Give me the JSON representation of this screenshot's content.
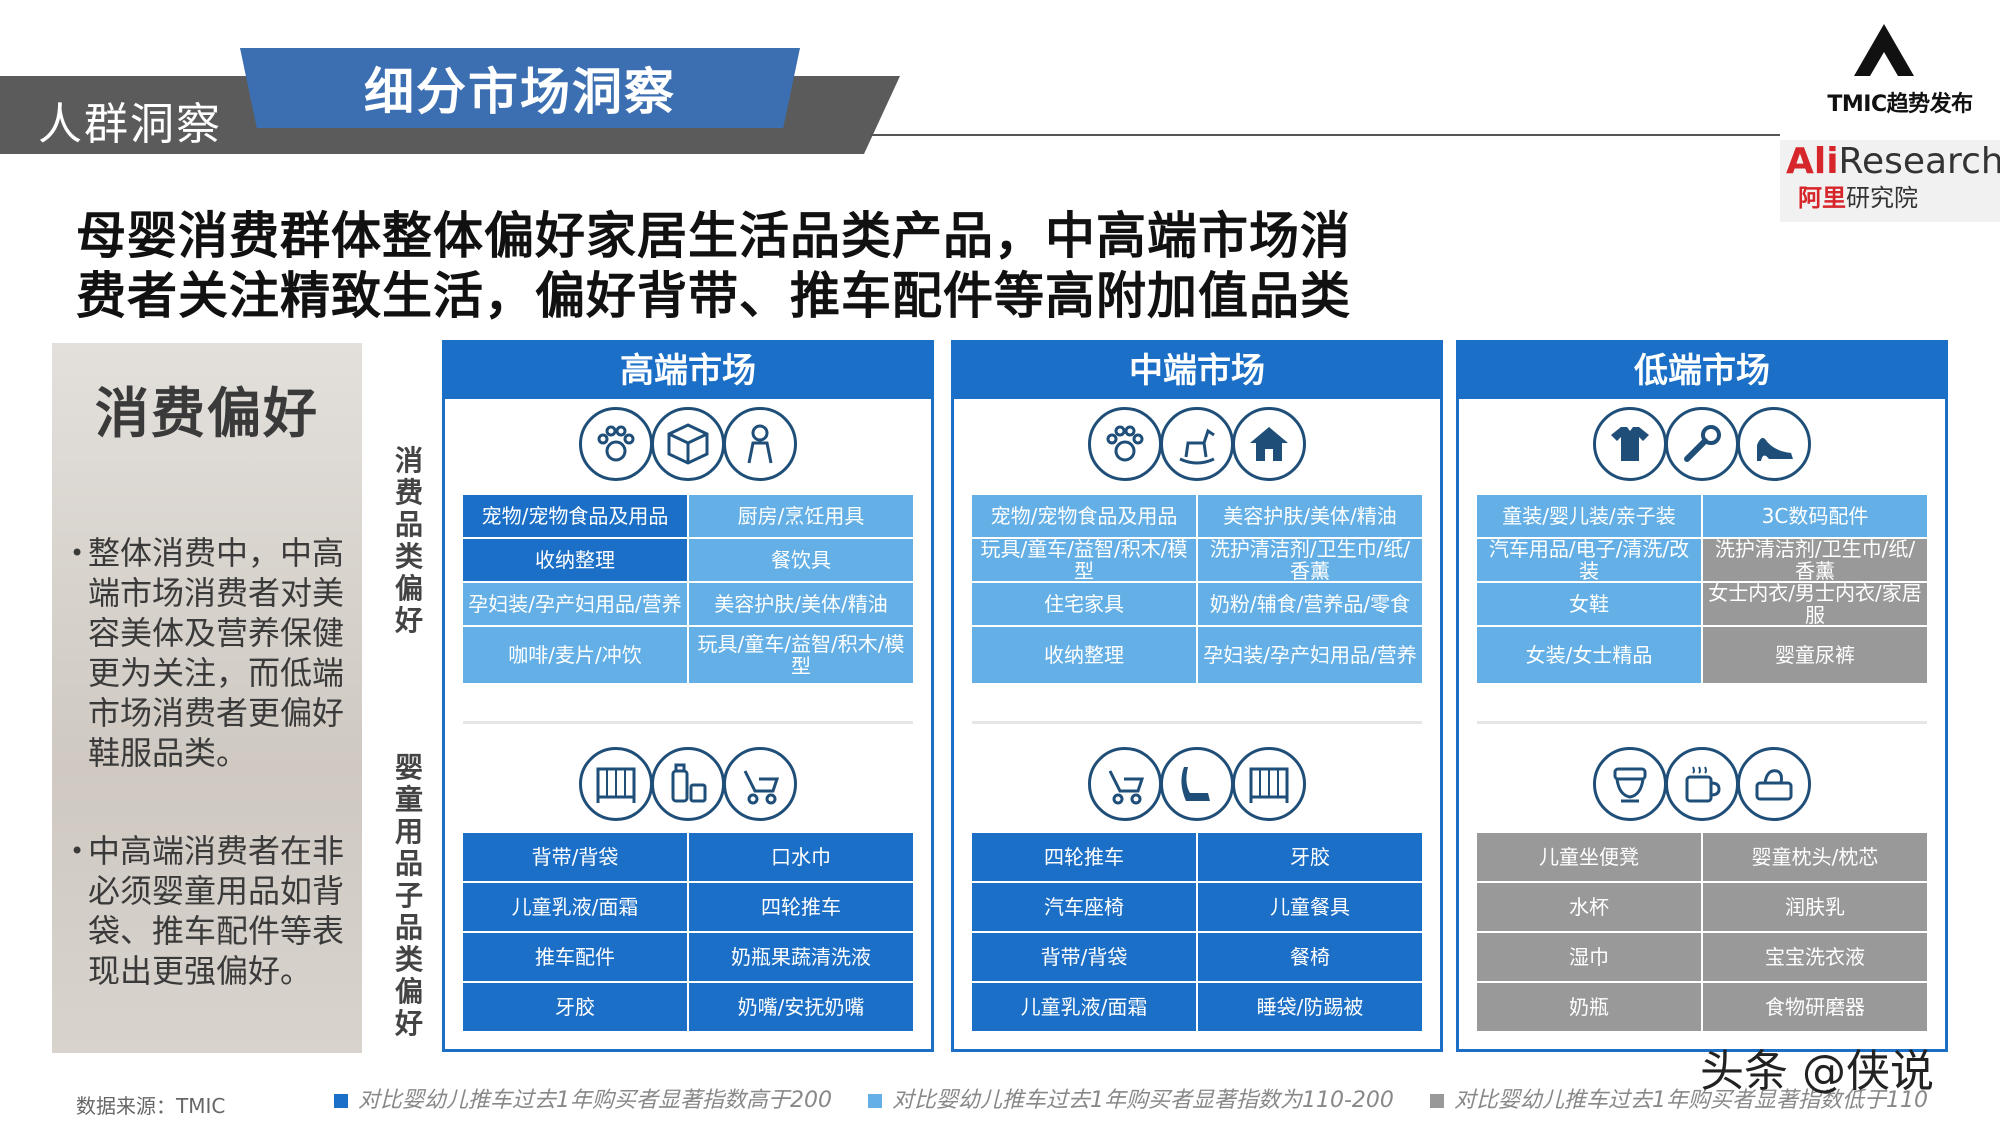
{
  "header": {
    "section_label": "人群洞察",
    "title": "细分市场洞察"
  },
  "logos": {
    "tmic": "TMIC趋势发布",
    "ali_main_prefix": "Ali",
    "ali_main_suffix": "Research",
    "ali_sub_prefix": "阿里",
    "ali_sub_suffix": "研究院"
  },
  "headline": {
    "line1": "母婴消费群体整体偏好家居生活品类产品，中高端市场消",
    "line2": "费者关注精致生活，偏好背带、推车配件等高附加值品类"
  },
  "left_panel": {
    "title": "消费偏好",
    "bullets": [
      "整体消费中，中高端市场消费者对美容美体及营养保健更为关注，而低端市场消费者更偏好鞋服品类。",
      "中高端消费者在非必须婴童用品如背袋、推车配件等表现出更强偏好。"
    ]
  },
  "vertical_labels": {
    "consumer": "消费品类偏好",
    "baby": "婴童用品子品类偏好"
  },
  "markets": [
    {
      "name": "高端市场",
      "top_icons": [
        "paw-icon",
        "box-icon",
        "person-icon"
      ],
      "top_cells": [
        {
          "text": "宠物/宠物食品及用品",
          "tone": "dark"
        },
        {
          "text": "厨房/烹饪用具",
          "tone": "light"
        },
        {
          "text": "收纳整理",
          "tone": "dark"
        },
        {
          "text": "餐饮具",
          "tone": "light"
        },
        {
          "text": "孕妇装/孕产妇用品/营养",
          "tone": "light"
        },
        {
          "text": "美容护肤/美体/精油",
          "tone": "light"
        },
        {
          "text": "咖啡/麦片/冲饮",
          "tone": "light"
        },
        {
          "text": "玩具/童车/益智/积木/模型",
          "tone": "light"
        }
      ],
      "bottom_icons": [
        "crib-icon",
        "bottle-icon",
        "stroller-icon"
      ],
      "bottom_cells": [
        {
          "text": "背带/背袋",
          "tone": "dark"
        },
        {
          "text": "口水巾",
          "tone": "dark"
        },
        {
          "text": "儿童乳液/面霜",
          "tone": "dark"
        },
        {
          "text": "四轮推车",
          "tone": "dark"
        },
        {
          "text": "推车配件",
          "tone": "dark"
        },
        {
          "text": "奶瓶果蔬清洗液",
          "tone": "dark"
        },
        {
          "text": "牙胶",
          "tone": "dark"
        },
        {
          "text": "奶嘴/安抚奶嘴",
          "tone": "dark"
        }
      ]
    },
    {
      "name": "中端市场",
      "top_icons": [
        "paw-icon",
        "rocking-horse-icon",
        "house-icon"
      ],
      "top_cells": [
        {
          "text": "宠物/宠物食品及用品",
          "tone": "light"
        },
        {
          "text": "美容护肤/美体/精油",
          "tone": "light"
        },
        {
          "text": "玩具/童车/益智/积木/模型",
          "tone": "light"
        },
        {
          "text": "洗护清洁剂/卫生巾/纸/香薰",
          "tone": "light"
        },
        {
          "text": "住宅家具",
          "tone": "light"
        },
        {
          "text": "奶粉/辅食/营养品/零食",
          "tone": "light"
        },
        {
          "text": "收纳整理",
          "tone": "light"
        },
        {
          "text": "孕妇装/孕产妇用品/营养",
          "tone": "light"
        }
      ],
      "bottom_icons": [
        "stroller-icon",
        "car-seat-icon",
        "crib-icon"
      ],
      "bottom_cells": [
        {
          "text": "四轮推车",
          "tone": "dark"
        },
        {
          "text": "牙胶",
          "tone": "dark"
        },
        {
          "text": "汽车座椅",
          "tone": "dark"
        },
        {
          "text": "儿童餐具",
          "tone": "dark"
        },
        {
          "text": "背带/背袋",
          "tone": "dark"
        },
        {
          "text": "餐椅",
          "tone": "dark"
        },
        {
          "text": "儿童乳液/面霜",
          "tone": "dark"
        },
        {
          "text": "睡袋/防踢被",
          "tone": "dark"
        }
      ]
    },
    {
      "name": "低端市场",
      "top_icons": [
        "tshirt-icon",
        "wrench-icon",
        "high-heel-icon"
      ],
      "top_cells": [
        {
          "text": "童装/婴儿装/亲子装",
          "tone": "light"
        },
        {
          "text": "3C数码配件",
          "tone": "light"
        },
        {
          "text": "汽车用品/电子/清洗/改装",
          "tone": "light"
        },
        {
          "text": "洗护清洁剂/卫生巾/纸/香薰",
          "tone": "gray"
        },
        {
          "text": "女鞋",
          "tone": "light"
        },
        {
          "text": "女士内衣/男士内衣/家居服",
          "tone": "gray"
        },
        {
          "text": "女装/女士精品",
          "tone": "light"
        },
        {
          "text": "婴童尿裤",
          "tone": "gray"
        }
      ],
      "bottom_icons": [
        "potty-icon",
        "cup-icon",
        "wipes-icon"
      ],
      "bottom_cells": [
        {
          "text": "儿童坐便凳",
          "tone": "gray"
        },
        {
          "text": "婴童枕头/枕芯",
          "tone": "gray"
        },
        {
          "text": "水杯",
          "tone": "gray"
        },
        {
          "text": "润肤乳",
          "tone": "gray"
        },
        {
          "text": "湿巾",
          "tone": "gray"
        },
        {
          "text": "宝宝洗衣液",
          "tone": "gray"
        },
        {
          "text": "奶瓶",
          "tone": "gray"
        },
        {
          "text": "食物研磨器",
          "tone": "gray"
        }
      ]
    }
  ],
  "footer": {
    "source": "数据来源：TMIC",
    "legend": [
      {
        "text": "对比婴幼儿推车过去1年购买者显著指数高于200",
        "color": "#1b6fc6"
      },
      {
        "text": "对比婴幼儿推车过去1年购买者显著指数为110-200",
        "color": "#64b0e6"
      },
      {
        "text": "对比婴幼儿推车过去1年购买者显著指数低于110",
        "color": "#999999"
      }
    ],
    "watermark": "头条 @侠说"
  },
  "colors": {
    "dark_blue": "#1b6fc6",
    "light_blue": "#64b0e6",
    "gray": "#999999",
    "header_blue": "#3b6fb1",
    "header_gray": "#5b5b5b"
  }
}
